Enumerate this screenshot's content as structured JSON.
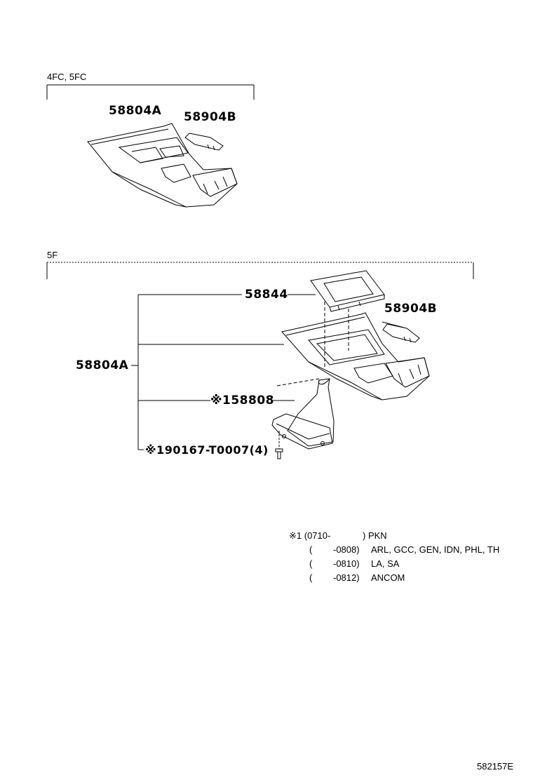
{
  "sections": {
    "top_label": "4FC, 5FC",
    "bottom_label": "5F"
  },
  "parts": {
    "top_console": "58804A",
    "top_plate": "58904B",
    "bottom_console": "58804A",
    "bottom_plate": "58904B",
    "bezel": "58844",
    "boot": "※158808",
    "screw": "※190167-T0007(4)"
  },
  "footnotes": [
    {
      "left": "※1 (0710-",
      "right": ") PKN"
    },
    {
      "left": "(",
      "mid": "-0808)",
      "right": "ARL, GCC, GEN, IDN, PHL, TH"
    },
    {
      "left": "(",
      "mid": "-0810)",
      "right": "LA, SA"
    },
    {
      "left": "(",
      "mid": "-0812)",
      "right": "ANCOM"
    }
  ],
  "figure_id": "582157E"
}
